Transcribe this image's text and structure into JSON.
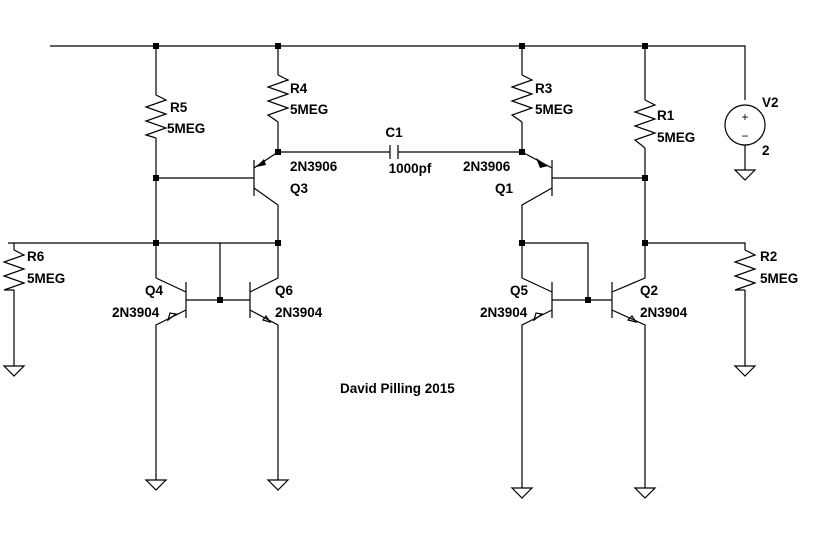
{
  "components": {
    "r5": {
      "ref": "R5",
      "value": "5MEG"
    },
    "r4": {
      "ref": "R4",
      "value": "5MEG"
    },
    "r3": {
      "ref": "R3",
      "value": "5MEG"
    },
    "r1": {
      "ref": "R1",
      "value": "5MEG"
    },
    "r6": {
      "ref": "R6",
      "value": "5MEG"
    },
    "r2": {
      "ref": "R2",
      "value": "5MEG"
    },
    "c1": {
      "ref": "C1",
      "value": "1000pf"
    },
    "q3": {
      "ref": "Q3",
      "part": "2N3906"
    },
    "q1": {
      "ref": "Q1",
      "part": "2N3906"
    },
    "q4": {
      "ref": "Q4",
      "part": "2N3904"
    },
    "q6": {
      "ref": "Q6",
      "part": "2N3904"
    },
    "q5": {
      "ref": "Q5",
      "part": "2N3904"
    },
    "q2": {
      "ref": "Q2",
      "part": "2N3904"
    },
    "v2": {
      "ref": "V2",
      "value": "2",
      "plus": "+",
      "minus": "−"
    }
  },
  "credit": "David Pilling 2015"
}
